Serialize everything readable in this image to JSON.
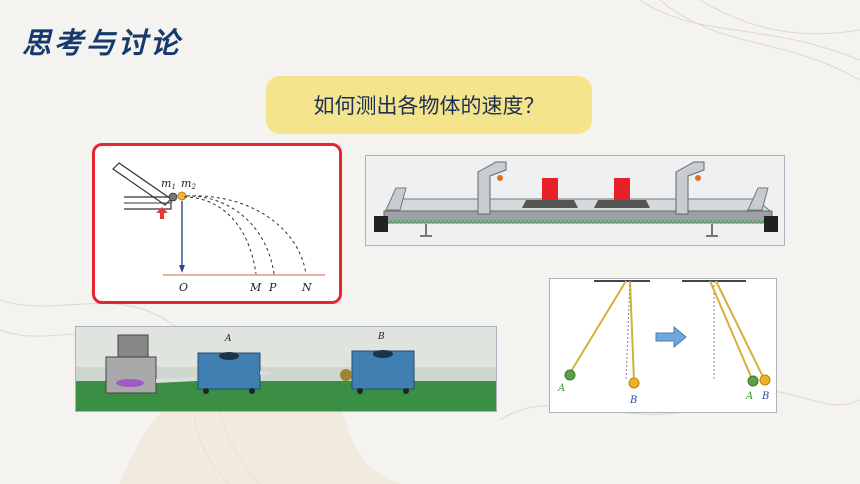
{
  "title": "思考与讨论",
  "question": "如何测出各物体的速度？",
  "diagram_projectile": {
    "mass1": "m",
    "mass1_sub": "1",
    "mass2": "m",
    "mass2_sub": "2",
    "points": [
      "O",
      "M",
      "P",
      "N"
    ]
  },
  "diagram_carts": {
    "cart_a": "A",
    "cart_b": "B"
  },
  "diagram_pendulum": {
    "ball_a": "A",
    "ball_b": "B",
    "ball_a_after": "A",
    "ball_b_after": "B"
  },
  "colors": {
    "title": "#163a6b",
    "question_bg": "#f4e58c",
    "highlight_border": "#e8242f",
    "ball_a": "#5aa243",
    "ball_b": "#f0b21c",
    "arrow": "#6fa8dc"
  }
}
